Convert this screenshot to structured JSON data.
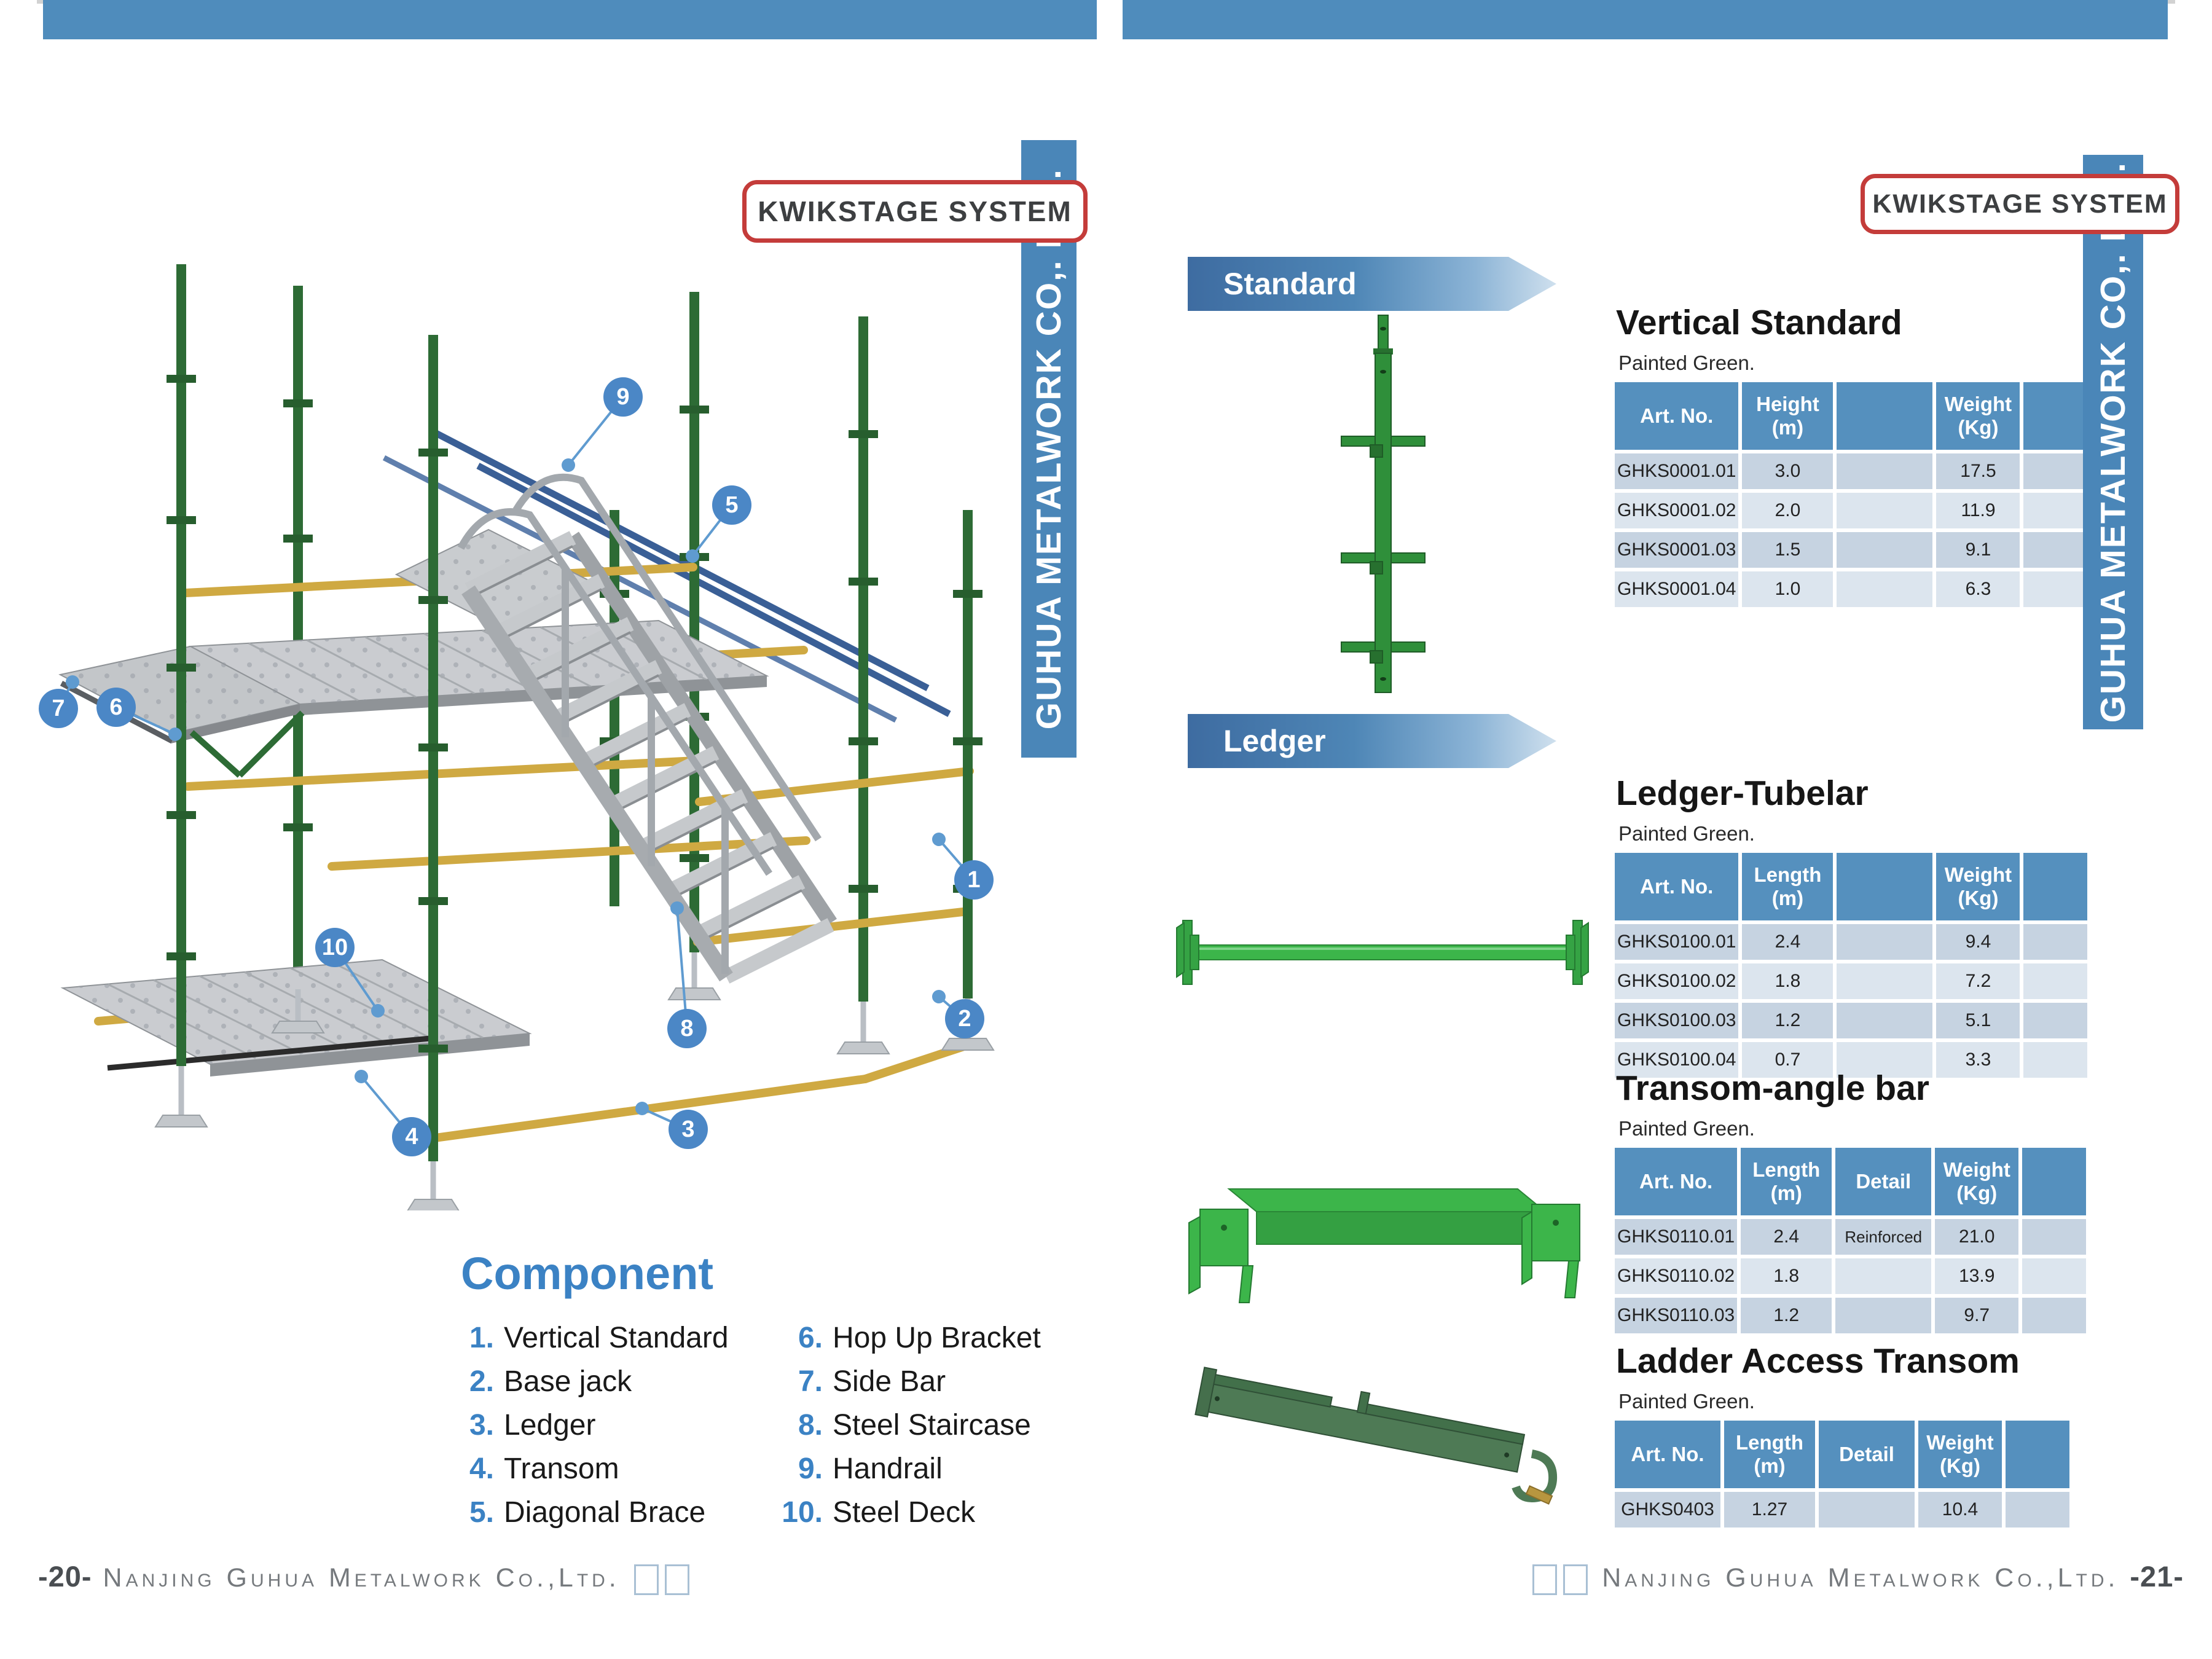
{
  "colors": {
    "accent_blue": "#4f8cbc",
    "banner_blue": "#4a86b8",
    "table_header_blue": "#5590be",
    "row_dark": "#c6d3e1",
    "row_light": "#dce5ee",
    "badge_red": "#c43c3a",
    "green_bright": "#3cb54a",
    "green_dark": "#2d6b35",
    "ledger_yellow": "#cfa942",
    "callout_blue": "#4b87c6"
  },
  "left": {
    "badge": "KWIKSTAGE SYSTEM",
    "side_banner": "GUHUA METALWORK CO,. LTD.",
    "callouts": {
      "c1": "1",
      "c2": "2",
      "c3": "3",
      "c4": "4",
      "c5": "5",
      "c6": "6",
      "c7": "7",
      "c8": "8",
      "c9": "9",
      "c10": "10"
    },
    "component": {
      "title": "Component",
      "col1": [
        {
          "num": "1.",
          "label": "Vertical Standard"
        },
        {
          "num": "2.",
          "label": "Base jack"
        },
        {
          "num": "3.",
          "label": "Ledger"
        },
        {
          "num": "4.",
          "label": "Transom"
        },
        {
          "num": "5.",
          "label": "Diagonal Brace"
        }
      ],
      "col2": [
        {
          "num": "6.",
          "label": "Hop Up Bracket"
        },
        {
          "num": "7.",
          "label": "Side Bar"
        },
        {
          "num": "8.",
          "label": "Steel Staircase"
        },
        {
          "num": "9.",
          "label": "Handrail"
        },
        {
          "num": "10.",
          "label": "Steel Deck"
        }
      ]
    },
    "footer": {
      "page_no": "-20-",
      "company": "Nanjing Guhua Metalwork Co.,Ltd."
    }
  },
  "right": {
    "badge": "KWIKSTAGE SYSTEM",
    "side_banner": "GUHUA METALWORK CO,. LTD.",
    "banner_standard": "Standard",
    "banner_ledger": "Ledger",
    "vertical_standard": {
      "title": "Vertical Standard",
      "note": "Painted Green.",
      "h": [
        "Art. No.",
        "Height\n(m)",
        "",
        "Weight\n(Kg)",
        ""
      ],
      "rows": [
        [
          "GHKS0001.01",
          "3.0",
          "",
          "17.5",
          ""
        ],
        [
          "GHKS0001.02",
          "2.0",
          "",
          "11.9",
          ""
        ],
        [
          "GHKS0001.03",
          "1.5",
          "",
          "9.1",
          ""
        ],
        [
          "GHKS0001.04",
          "1.0",
          "",
          "6.3",
          ""
        ]
      ]
    },
    "ledger_tubelar": {
      "title": "Ledger-Tubelar",
      "note": "Painted Green.",
      "h": [
        "Art. No.",
        "Length\n(m)",
        "",
        "Weight\n(Kg)",
        ""
      ],
      "rows": [
        [
          "GHKS0100.01",
          "2.4",
          "",
          "9.4",
          ""
        ],
        [
          "GHKS0100.02",
          "1.8",
          "",
          "7.2",
          ""
        ],
        [
          "GHKS0100.03",
          "1.2",
          "",
          "5.1",
          ""
        ],
        [
          "GHKS0100.04",
          "0.7",
          "",
          "3.3",
          ""
        ]
      ]
    },
    "transom_angle_bar": {
      "title": "Transom-angle bar",
      "note": "Painted Green.",
      "h": [
        "Art. No.",
        "Length\n(m)",
        "Detail",
        "Weight\n(Kg)",
        ""
      ],
      "rows": [
        [
          "GHKS0110.01",
          "2.4",
          "Reinforced",
          "21.0",
          ""
        ],
        [
          "GHKS0110.02",
          "1.8",
          "",
          "13.9",
          ""
        ],
        [
          "GHKS0110.03",
          "1.2",
          "",
          "9.7",
          ""
        ]
      ]
    },
    "ladder_access_transom": {
      "title": "Ladder Access Transom",
      "note": "Painted Green.",
      "h": [
        "Art. No.",
        "Length\n(m)",
        "Detail",
        "Weight\n(Kg)",
        ""
      ],
      "rows": [
        [
          "GHKS0403",
          "1.27",
          "",
          "10.4",
          ""
        ]
      ]
    },
    "footer": {
      "page_no": "-21-",
      "company": "Nanjing Guhua Metalwork Co.,Ltd."
    }
  }
}
